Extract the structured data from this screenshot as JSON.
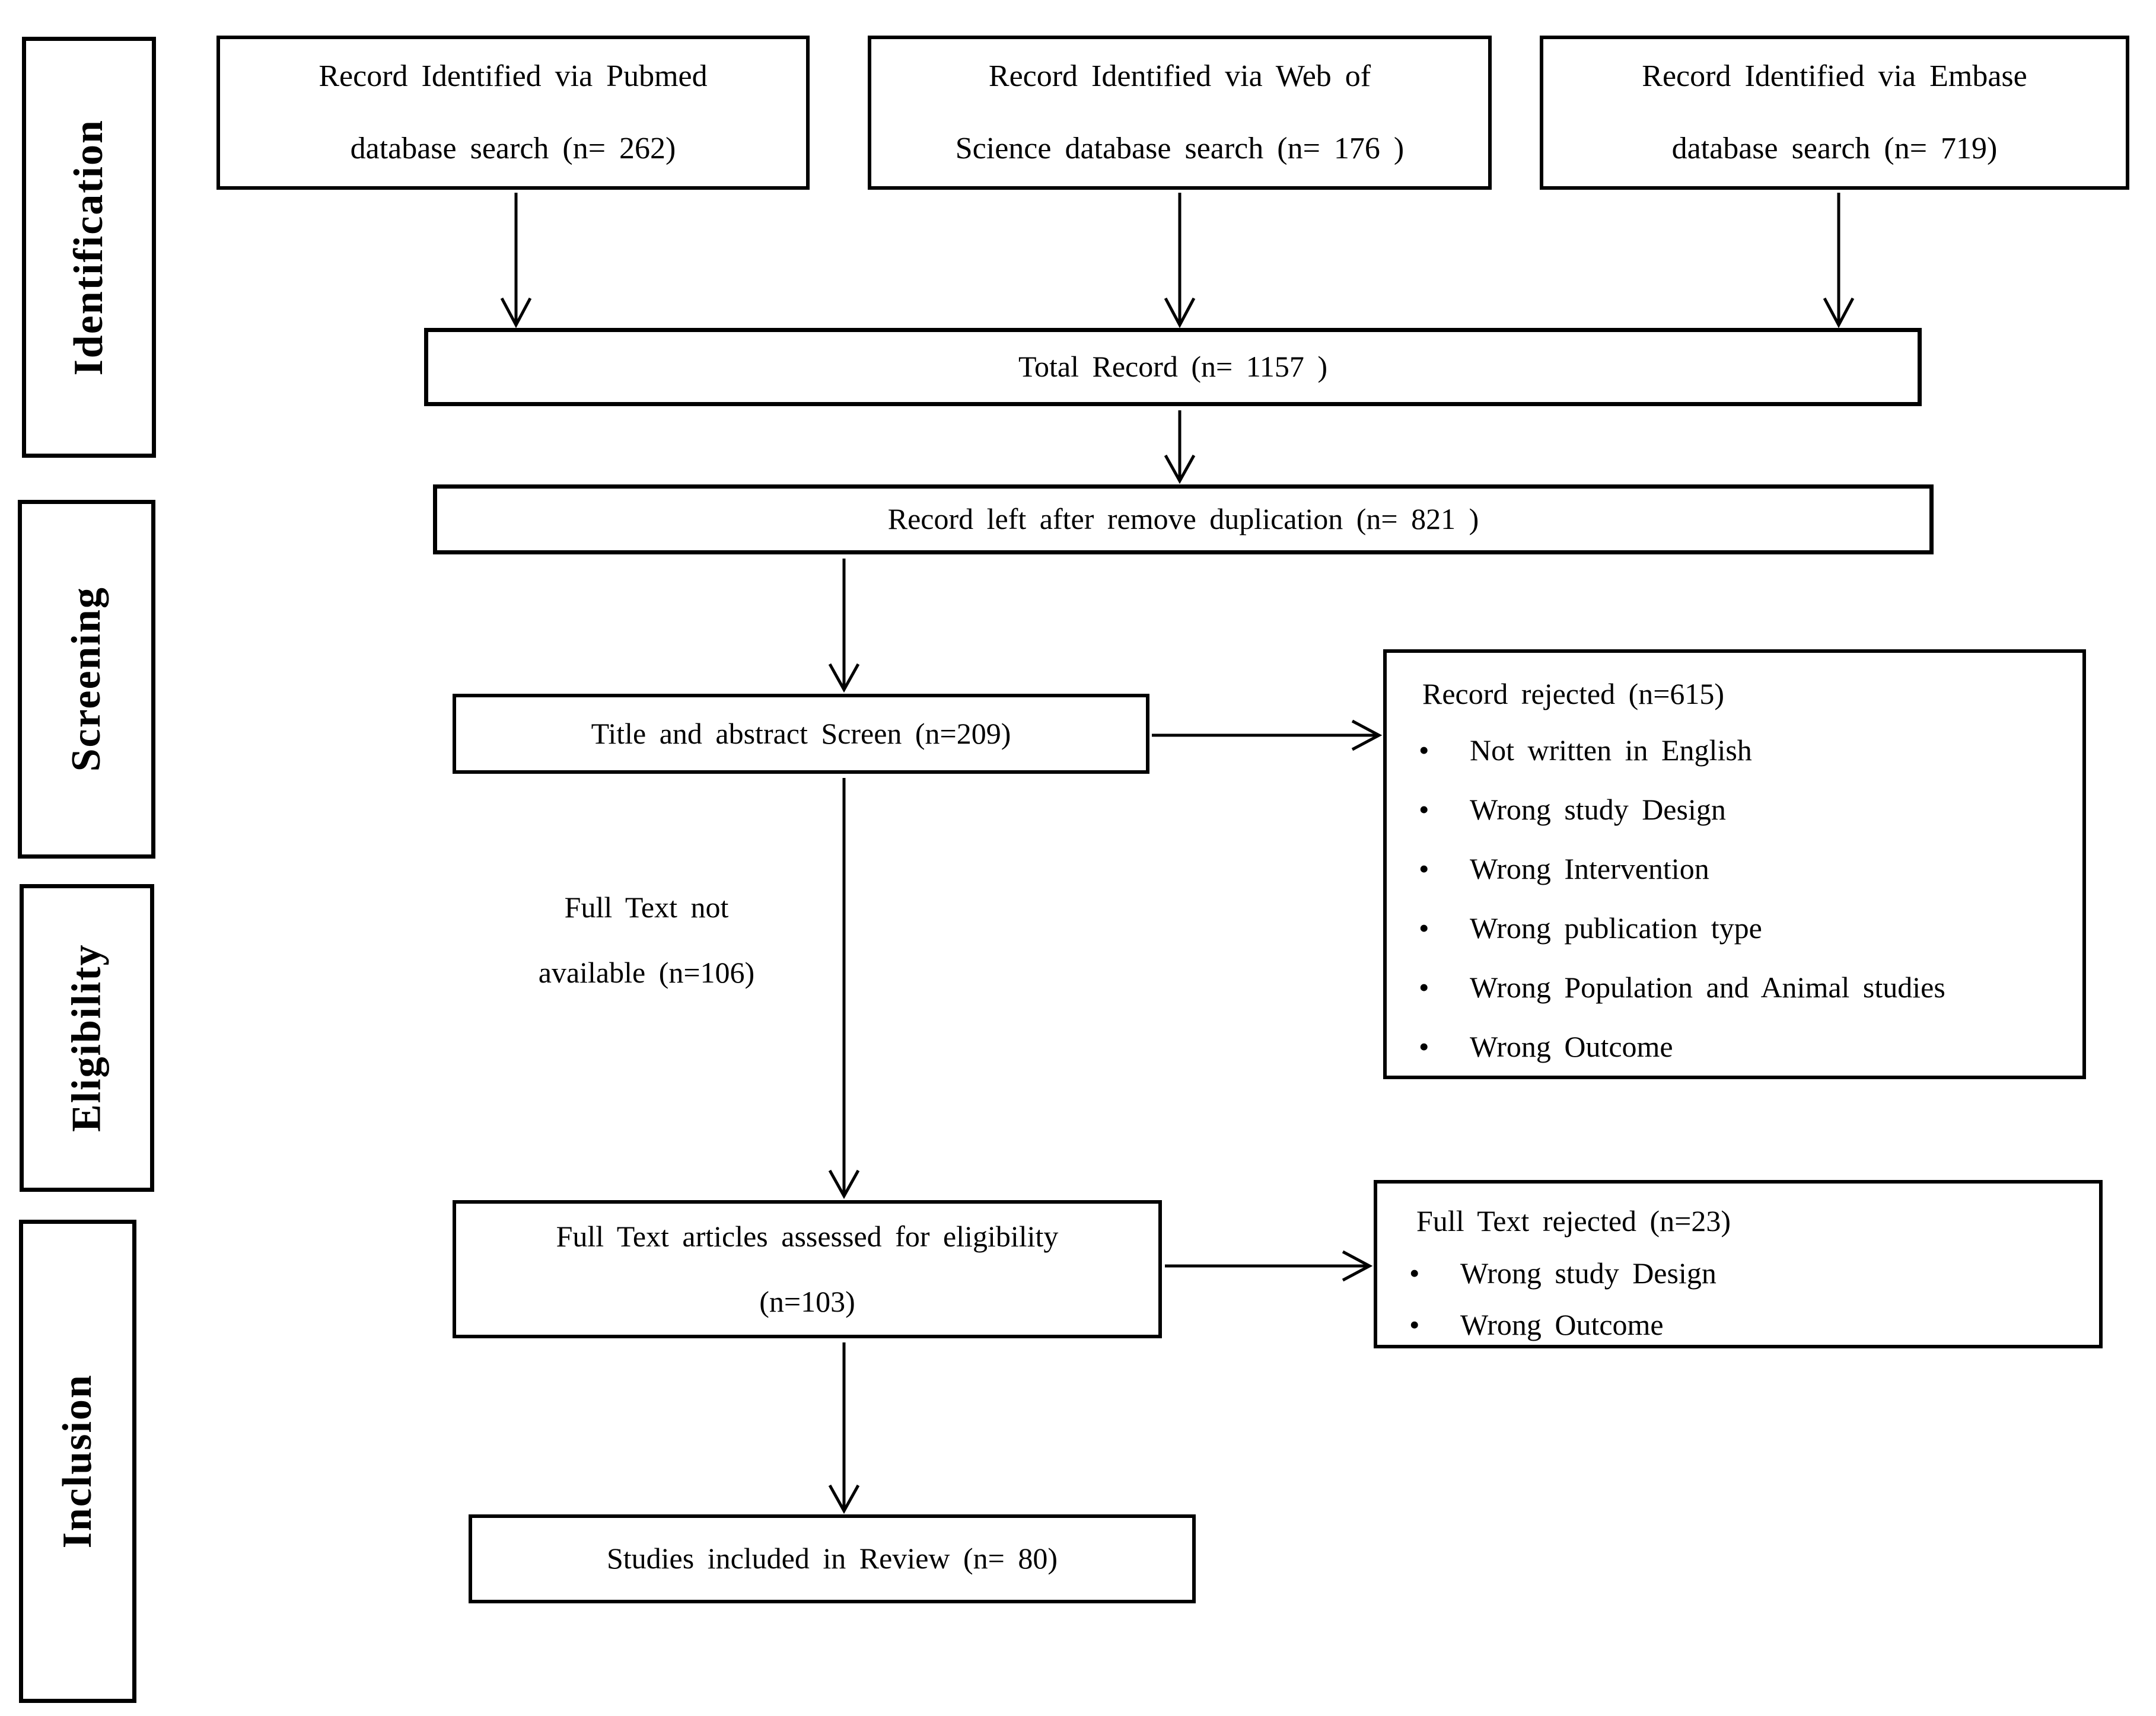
{
  "colors": {
    "ink": "#000000",
    "paper": "#ffffff"
  },
  "stages": [
    {
      "label": "Identification"
    },
    {
      "label": "Screening"
    },
    {
      "label": "Eligibility"
    },
    {
      "label": "Inclusion"
    }
  ],
  "boxes": {
    "pubmed": {
      "line1": "Record Identified via Pubmed",
      "line2": "database search (n= 262)"
    },
    "web_of_science": {
      "line1": "Record Identified via Web of",
      "line2": "Science database search (n= 176 )"
    },
    "embase": {
      "line1": "Record Identified via Embase",
      "line2": "database search (n= 719)"
    },
    "total": {
      "text": "Total Record (n= 1157 )"
    },
    "deduplicated": {
      "text": "Record left after remove duplication (n= 821 )"
    },
    "title_abstract_screen": {
      "text": "Title and abstract Screen (n=209)"
    },
    "record_rejected": {
      "title": "Record rejected (n=615)",
      "items": [
        "Not written in English",
        "Wrong study Design",
        "Wrong Intervention",
        "Wrong publication type",
        "Wrong Population and Animal studies",
        "Wrong Outcome"
      ]
    },
    "full_text_not_available": {
      "line1": "Full Text not",
      "line2": "available (n=106)"
    },
    "full_text_assessed": {
      "line1": "Full Text articles assessed for eligibility",
      "line2": "(n=103)"
    },
    "full_text_rejected": {
      "title": "Full Text rejected (n=23)",
      "items": [
        "Wrong study Design",
        "Wrong Outcome"
      ]
    },
    "included": {
      "text": "Studies included in Review (n= 80)"
    }
  }
}
